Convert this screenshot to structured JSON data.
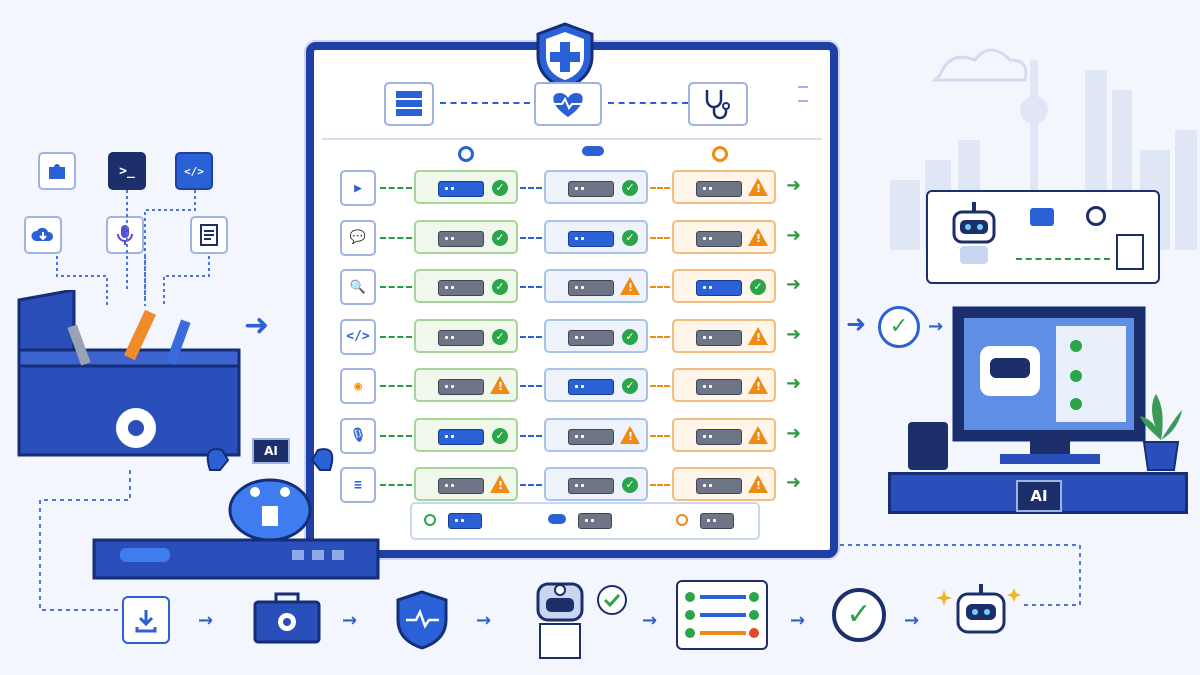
{
  "badges": {
    "crab_label": "AI",
    "desk_label": "AI"
  },
  "icons": {
    "top_left_tools": [
      "puzzle-icon",
      "terminal-icon",
      "code-icon",
      "cloud-download-icon",
      "microphone-icon",
      "document-icon"
    ],
    "header_flow": [
      "server-icon",
      "heart-monitor-icon",
      "stethoscope-icon"
    ],
    "row_icons": [
      "video-icon",
      "chat-icon",
      "search-icon",
      "code-icon",
      "rss-icon",
      "microphone-icon",
      "document-icon"
    ],
    "bottom_flow": [
      "download-icon",
      "toolbox-icon",
      "shield-pulse-icon",
      "robot-doctor-icon",
      "checklist-icon",
      "check-circle-icon",
      "robot-icon"
    ]
  },
  "colors": {
    "primary_blue": "#1f3fa6",
    "accent_blue": "#2a61d6",
    "ok_green": "#2ba44a",
    "warn_orange": "#ef8a12",
    "background": "#f3f6fc"
  },
  "grid": {
    "rows": [
      {
        "icon": "video-icon",
        "green": {
          "server": "blue",
          "status": "ok"
        },
        "blue": {
          "server": "gray",
          "status": "ok"
        },
        "orange": {
          "server": "gray",
          "status": "warn"
        }
      },
      {
        "icon": "chat-icon",
        "green": {
          "server": "gray",
          "status": "ok"
        },
        "blue": {
          "server": "blue",
          "status": "ok"
        },
        "orange": {
          "server": "gray",
          "status": "warn"
        }
      },
      {
        "icon": "search-icon",
        "green": {
          "server": "gray",
          "status": "ok"
        },
        "blue": {
          "server": "gray",
          "status": "warn"
        },
        "orange": {
          "server": "blue",
          "status": "ok"
        }
      },
      {
        "icon": "code-icon",
        "green": {
          "server": "gray",
          "status": "ok"
        },
        "blue": {
          "server": "gray",
          "status": "ok"
        },
        "orange": {
          "server": "gray",
          "status": "warn"
        }
      },
      {
        "icon": "rss-icon",
        "green": {
          "server": "gray",
          "status": "warn"
        },
        "blue": {
          "server": "blue",
          "status": "ok"
        },
        "orange": {
          "server": "gray",
          "status": "warn"
        }
      },
      {
        "icon": "microphone-icon",
        "green": {
          "server": "blue",
          "status": "ok"
        },
        "blue": {
          "server": "gray",
          "status": "warn"
        },
        "orange": {
          "server": "gray",
          "status": "warn"
        }
      },
      {
        "icon": "document-icon",
        "green": {
          "server": "gray",
          "status": "warn"
        },
        "blue": {
          "server": "gray",
          "status": "ok"
        },
        "orange": {
          "server": "gray",
          "status": "warn"
        }
      }
    ]
  }
}
